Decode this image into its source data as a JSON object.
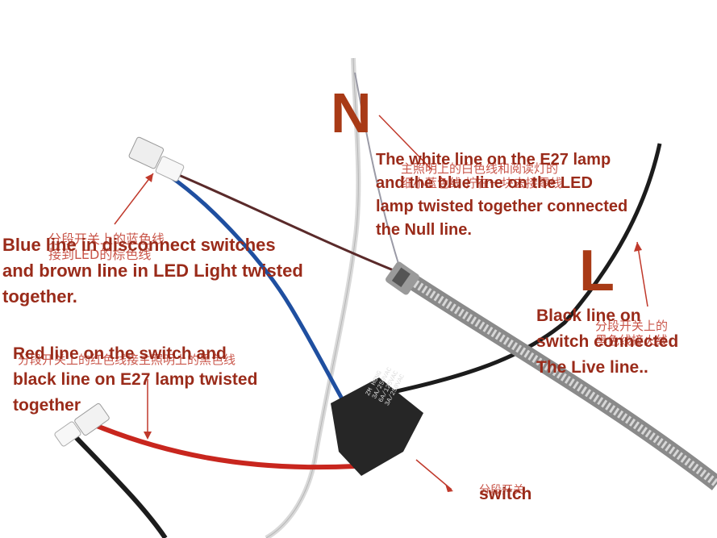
{
  "markers": {
    "n": "N",
    "l": "L"
  },
  "labels": {
    "blue_brown": "Blue line in disconnect switches\n and brown line in LED Light twisted\n together.",
    "white_blue": "The white line on the E27 lamp\n and the blue line on the LED\n lamp twisted together connected\n the Null line.",
    "red_black": "Red line on the switch and\nblack line on E27 lamp twisted\ntogether",
    "black_live": "Black line on\nswitch connected\nThe Live line..",
    "switch": "switch"
  },
  "chinese": {
    "blue_brown": "分段开关上的蓝色线\n接到LED的棕色线",
    "white_blue": "主照明上的白色线和阅读灯的\n细小蓝色线 拧在一块去接零线",
    "red_black": "分段开关上的红色线接主照明上的黑色线",
    "black_live": "分段开关上的\n黑色线接火线",
    "switch": "分段开关"
  },
  "switch_print": [
    "ZM HONG",
    "3A/250VAC",
    "6A/125VAC",
    "3A/250VAC"
  ],
  "colors": {
    "label": "#9a2b1a",
    "arrow": "#c0392b",
    "marker": "#a83a16"
  }
}
